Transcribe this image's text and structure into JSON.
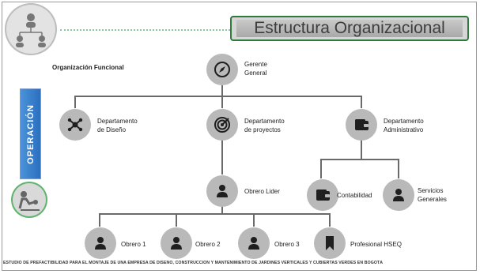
{
  "title": "Estructura Organizacional",
  "header_label": "Organización Funcional",
  "side_label": "OPERACIÓN",
  "nodes": {
    "gerente": {
      "line1": "Gerente",
      "line2": "General",
      "icon": "compass-icon"
    },
    "diseno": {
      "line1": "Departamento",
      "line2": "de Diseño",
      "icon": "network-icon"
    },
    "proyectos": {
      "line1": "Departamento",
      "line2": "de proyectos",
      "icon": "target-icon"
    },
    "administrativo": {
      "line1": "Departamento",
      "line2": "Administrativo",
      "icon": "wallet-icon"
    },
    "obrero_lider": {
      "label": "Obrero Lider",
      "icon": "person-icon"
    },
    "contabilidad": {
      "label": "Contabilidad",
      "icon": "wallet-icon"
    },
    "servicios": {
      "line1": "Servicios",
      "line2": "Generales",
      "icon": "person-icon"
    },
    "obrero1": {
      "label": "Obrero 1",
      "icon": "person-icon"
    },
    "obrero2": {
      "label": "Obrero 2",
      "icon": "person-icon"
    },
    "obrero3": {
      "label": "Obrero 3",
      "icon": "person-icon"
    },
    "hseq": {
      "label": "Profesional HSEQ",
      "icon": "bookmark-icon"
    }
  },
  "footer": "ESTUDIO DE PREFACTIBILIDAD PARA EL MONTAJE DE UNA EMPRESA DE DISEÑO, CONSTRUCCIÓN Y MANTENIMIENTO DE JARDINES VERTICALES Y CUBIERTAS VERDES EN BOGOTÁ",
  "colors": {
    "node": "#b9b9b9",
    "icon": "#1f1f1f",
    "title_border": "#2f7a3d",
    "side_bar": "#2b6fbf"
  }
}
